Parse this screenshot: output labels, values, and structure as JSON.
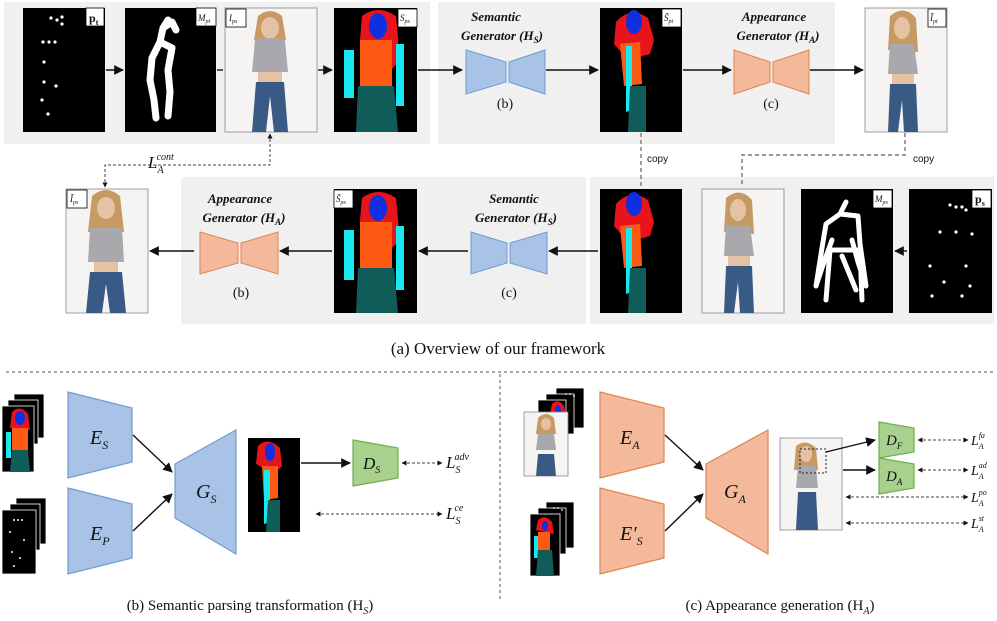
{
  "top_row": {
    "pose_target_label": "p",
    "pose_target_sub": "t",
    "mask_target_label": "M",
    "mask_target_sub": "pt",
    "image_source_label": "I",
    "image_source_sub": "ps",
    "seg_source_label": "S",
    "seg_source_sub": "ps",
    "semantic_gen_title_1": "Semantic",
    "semantic_gen_title_2": "Generator (H",
    "semantic_gen_title_sub": "S",
    "semantic_gen_tag": "(b)",
    "seg_out_label": "S̃",
    "seg_out_sub": "pt",
    "appearance_gen_title_1": "Appearance",
    "appearance_gen_title_2": "Generator (H",
    "appearance_gen_title_sub": "A",
    "appearance_gen_tag": "(c)",
    "image_out_label": "Ĩ",
    "image_out_sub": "pt"
  },
  "middle": {
    "loss_label": "L",
    "loss_sub": "A",
    "loss_sup": "cont",
    "copy_label_1": "copy",
    "copy_label_2": "copy"
  },
  "bottom_row": {
    "image_final_label": "Ĩ",
    "image_final_sub": "ps",
    "appearance_gen_title_1": "Appearance",
    "appearance_gen_title_2": "Generator (H",
    "appearance_gen_title_sub": "A",
    "appearance_gen_tag": "(b)",
    "seg_final_label": "S̃",
    "seg_final_sub": "ps",
    "semantic_gen_title_1": "Semantic",
    "semantic_gen_title_2": "Generator (H",
    "semantic_gen_title_sub": "S",
    "semantic_gen_tag": "(c)",
    "mask_source_label": "M",
    "mask_source_sub": "ps",
    "pose_source_label": "p",
    "pose_source_sub": "s"
  },
  "caption_a": "(a) Overview of our framework",
  "panel_b": {
    "enc_s": "E",
    "enc_s_sub": "S",
    "enc_p": "E",
    "enc_p_sub": "P",
    "gen": "G",
    "gen_sub": "S",
    "disc": "D",
    "disc_sub": "S",
    "loss_adv": "L",
    "loss_adv_sub": "S",
    "loss_adv_sup": "adv",
    "loss_ce": "L",
    "loss_ce_sub": "S",
    "loss_ce_sup": "ce",
    "caption": "(b) Semantic parsing transformation (H",
    "caption_sub": "S",
    "caption_end": ")"
  },
  "panel_c": {
    "enc_a": "E",
    "enc_a_sub": "A",
    "enc_s": "E′",
    "enc_s_sub": "S",
    "gen": "G",
    "gen_sub": "A",
    "disc_f": "D",
    "disc_f_sub": "F",
    "disc_a": "D",
    "disc_a_sub": "A",
    "loss_1_sup": "fa",
    "loss_2_sup": "ad",
    "loss_3_sup": "po",
    "loss_4_sup": "st",
    "loss_label": "L",
    "loss_sub": "A",
    "caption": "(c) Appearance generation (H",
    "caption_sub": "A",
    "caption_end": ")"
  },
  "colors": {
    "blue_fill": "#a9c3e6",
    "blue_stroke": "#6f9bd0",
    "orange_fill": "#f4b99a",
    "orange_stroke": "#e08452",
    "green_fill": "#a9d18e",
    "green_stroke": "#6fae4d",
    "panel_gray": "#f0f0f0",
    "seg_red": "#e8141c",
    "seg_blue": "#1030e0",
    "seg_orange": "#ff5a14",
    "seg_cyan": "#19e8ee",
    "seg_teal": "#0f5c58"
  }
}
